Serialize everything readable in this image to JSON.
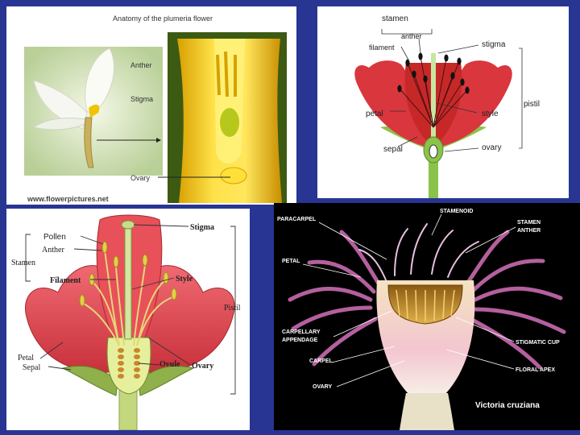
{
  "colors": {
    "background": "#283593",
    "petal_red": "#d9363e",
    "stem_green": "#8bc34a",
    "plumeria_yellow": "#f2c200",
    "victoria_pink": "#c86bb0"
  },
  "panel_plumeria": {
    "title": "Anatomy of the plumeria flower",
    "labels": {
      "anther": "Anther",
      "stigma": "Stigma",
      "ovary": "Ovary"
    },
    "watermark": "www.flowerpictures.net"
  },
  "panel_simple": {
    "labels": {
      "stamen": "stamen",
      "anther": "anther",
      "filament": "filament",
      "stigma": "stigma",
      "pistil": "pistil",
      "petal": "petal",
      "style": "style",
      "sepal": "sepal",
      "ovary": "ovary"
    }
  },
  "panel_painted": {
    "labels": {
      "pollen": "Pollen",
      "anther": "Anther",
      "stamen": "Stamen",
      "filament": "Filament",
      "stigma": "Stigma",
      "style": "Style",
      "pistil": "Pistil",
      "petal": "Petal",
      "sepal": "Sepal",
      "ovule": "Ovule",
      "ovary": "Ovary"
    }
  },
  "panel_victoria": {
    "labels": {
      "paracarpel": "PARACARPEL",
      "staminode": "STAMENOID",
      "stamen": "STAMEN",
      "anther": "ANTHER",
      "petal": "PETAL",
      "carpellary_appendage_1": "CARPELLARY",
      "carpellary_appendage_2": "APPENDAGE",
      "carpel": "CARPEL",
      "ovary": "OVARY",
      "stigmatic_cup": "STIGMATIC CUP",
      "floral_apex": "FLORAL APEX"
    },
    "caption": "Victoria cruziana"
  }
}
